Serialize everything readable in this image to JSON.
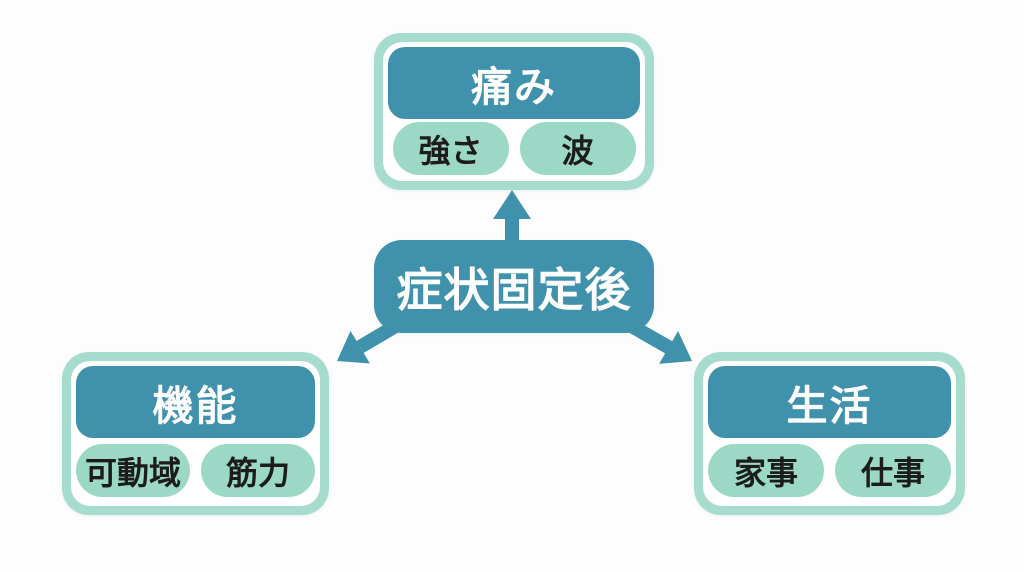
{
  "colors": {
    "bg": "#fdfdfd",
    "teal": "#4092ac",
    "mint_border": "#a6dccd",
    "mint_pill": "#9cd8c6",
    "header_text": "#ffffff",
    "pill_text": "#1c1c1c"
  },
  "diagram": {
    "type": "mind-map",
    "center": {
      "label": "症状固定後"
    },
    "branches": [
      {
        "title": "痛み",
        "position": "top",
        "items": [
          "強さ",
          "波"
        ]
      },
      {
        "title": "機能",
        "position": "bottom-left",
        "items": [
          "可動域",
          "筋力"
        ]
      },
      {
        "title": "生活",
        "position": "bottom-right",
        "items": [
          "家事",
          "仕事"
        ]
      }
    ],
    "arrows": [
      {
        "from": "症状固定後",
        "to": "痛み",
        "direction": "up"
      },
      {
        "from": "症状固定後",
        "to": "機能",
        "direction": "down-left"
      },
      {
        "from": "症状固定後",
        "to": "生活",
        "direction": "down-right"
      }
    ]
  }
}
